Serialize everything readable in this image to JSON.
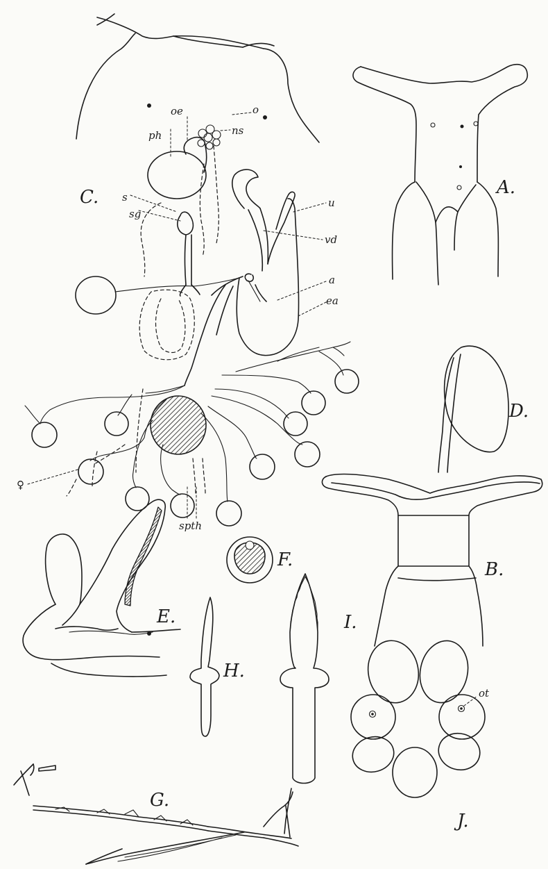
{
  "figures": {
    "A": {
      "label": "A."
    },
    "B": {
      "label": "B."
    },
    "C": {
      "label": "C.",
      "parts": {
        "oe": "oe",
        "ns": "ns",
        "ph": "ph",
        "o": "o",
        "s": "s",
        "sg": "sg",
        "u": "u",
        "vd": "vd",
        "a": "a",
        "ea": "ea",
        "female": "♀",
        "spth": "spth"
      }
    },
    "D": {
      "label": "D."
    },
    "E": {
      "label": "E."
    },
    "F": {
      "label": "F."
    },
    "G": {
      "label": "G."
    },
    "H": {
      "label": "H."
    },
    "I": {
      "label": "I."
    },
    "J": {
      "label": "J.",
      "parts": {
        "ot": "ot"
      }
    }
  }
}
